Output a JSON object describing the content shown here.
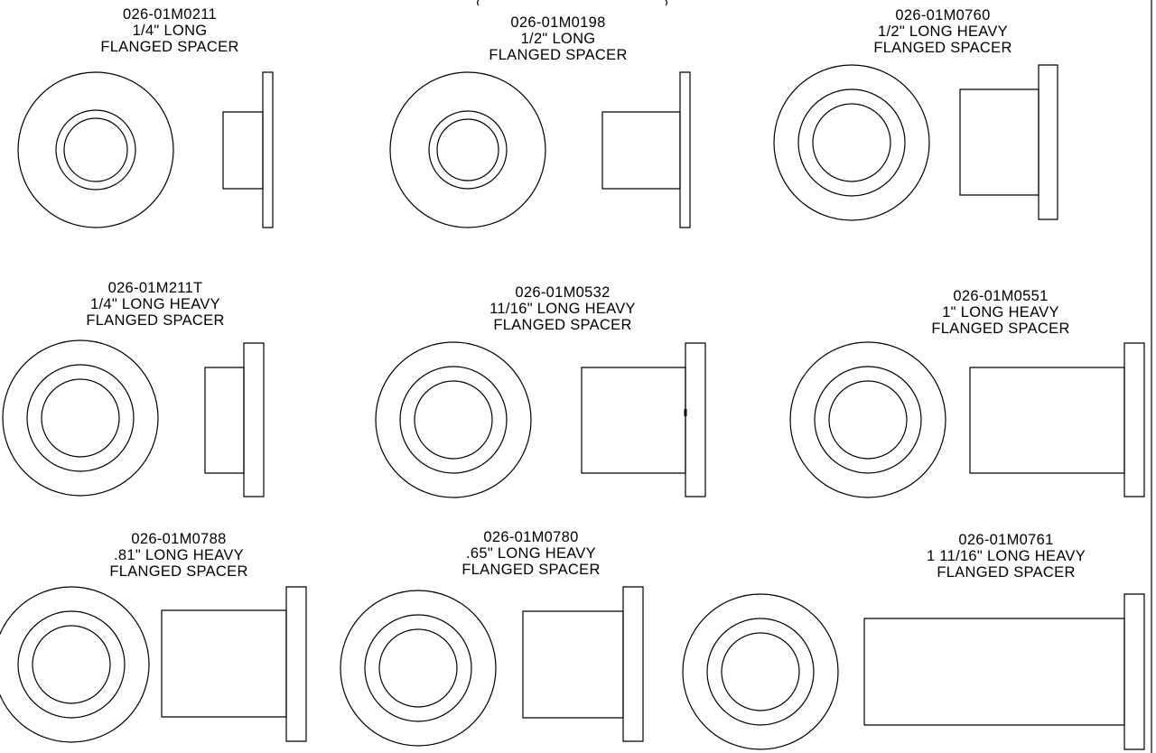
{
  "sheet": {
    "line_color": "#000000",
    "background": "#ffffff"
  },
  "parts": [
    {
      "part_number": "026-01M0211",
      "length": "1/4\" LONG",
      "description": "FLANGED SPACER"
    },
    {
      "part_number": "026-01M0198",
      "length": "1/2\" LONG",
      "description": "FLANGED SPACER"
    },
    {
      "part_number": "026-01M0760",
      "length": "1/2\" LONG HEAVY",
      "description": "FLANGED SPACER"
    },
    {
      "part_number": "026-01M211T",
      "length": "1/4\" LONG HEAVY",
      "description": "FLANGED SPACER"
    },
    {
      "part_number": "026-01M0532",
      "length": "11/16\" LONG HEAVY",
      "description": "FLANGED SPACER"
    },
    {
      "part_number": "026-01M0551",
      "length": "1\" LONG HEAVY",
      "description": "FLANGED SPACER"
    },
    {
      "part_number": "026-01M0788",
      "length": ".81\" LONG HEAVY",
      "description": "FLANGED SPACER"
    },
    {
      "part_number": "026-01M0780",
      "length": ".65\" LONG HEAVY",
      "description": "FLANGED SPACER"
    },
    {
      "part_number": "026-01M0761",
      "length": "1 11/16\" LONG HEAVY",
      "description": "FLANGED SPACER"
    }
  ]
}
